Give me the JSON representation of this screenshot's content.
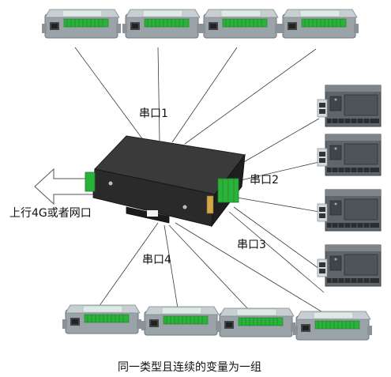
{
  "labels": {
    "serial_1": "串口1",
    "serial_2": "串口2",
    "serial_3": "串口3",
    "serial_4": "串口4",
    "uplink": "上行4G或者网口",
    "caption": "同一类型且连续的变量为一组"
  },
  "colors": {
    "line": "#3a3a3a",
    "module_body": "#9aa3a8",
    "module_top": "#c7cfd3",
    "module_label": "#dfe9e6",
    "terminal_green": "#2bb23a",
    "gateway_body": "#2c2c2c",
    "plc_body": "#5f666b",
    "arrow_stroke": "#555555"
  },
  "icons": {
    "io_module": "io-module-icon",
    "gateway": "gateway-icon",
    "plc": "plc-icon",
    "uplink_arrow": "arrow-left-icon"
  }
}
